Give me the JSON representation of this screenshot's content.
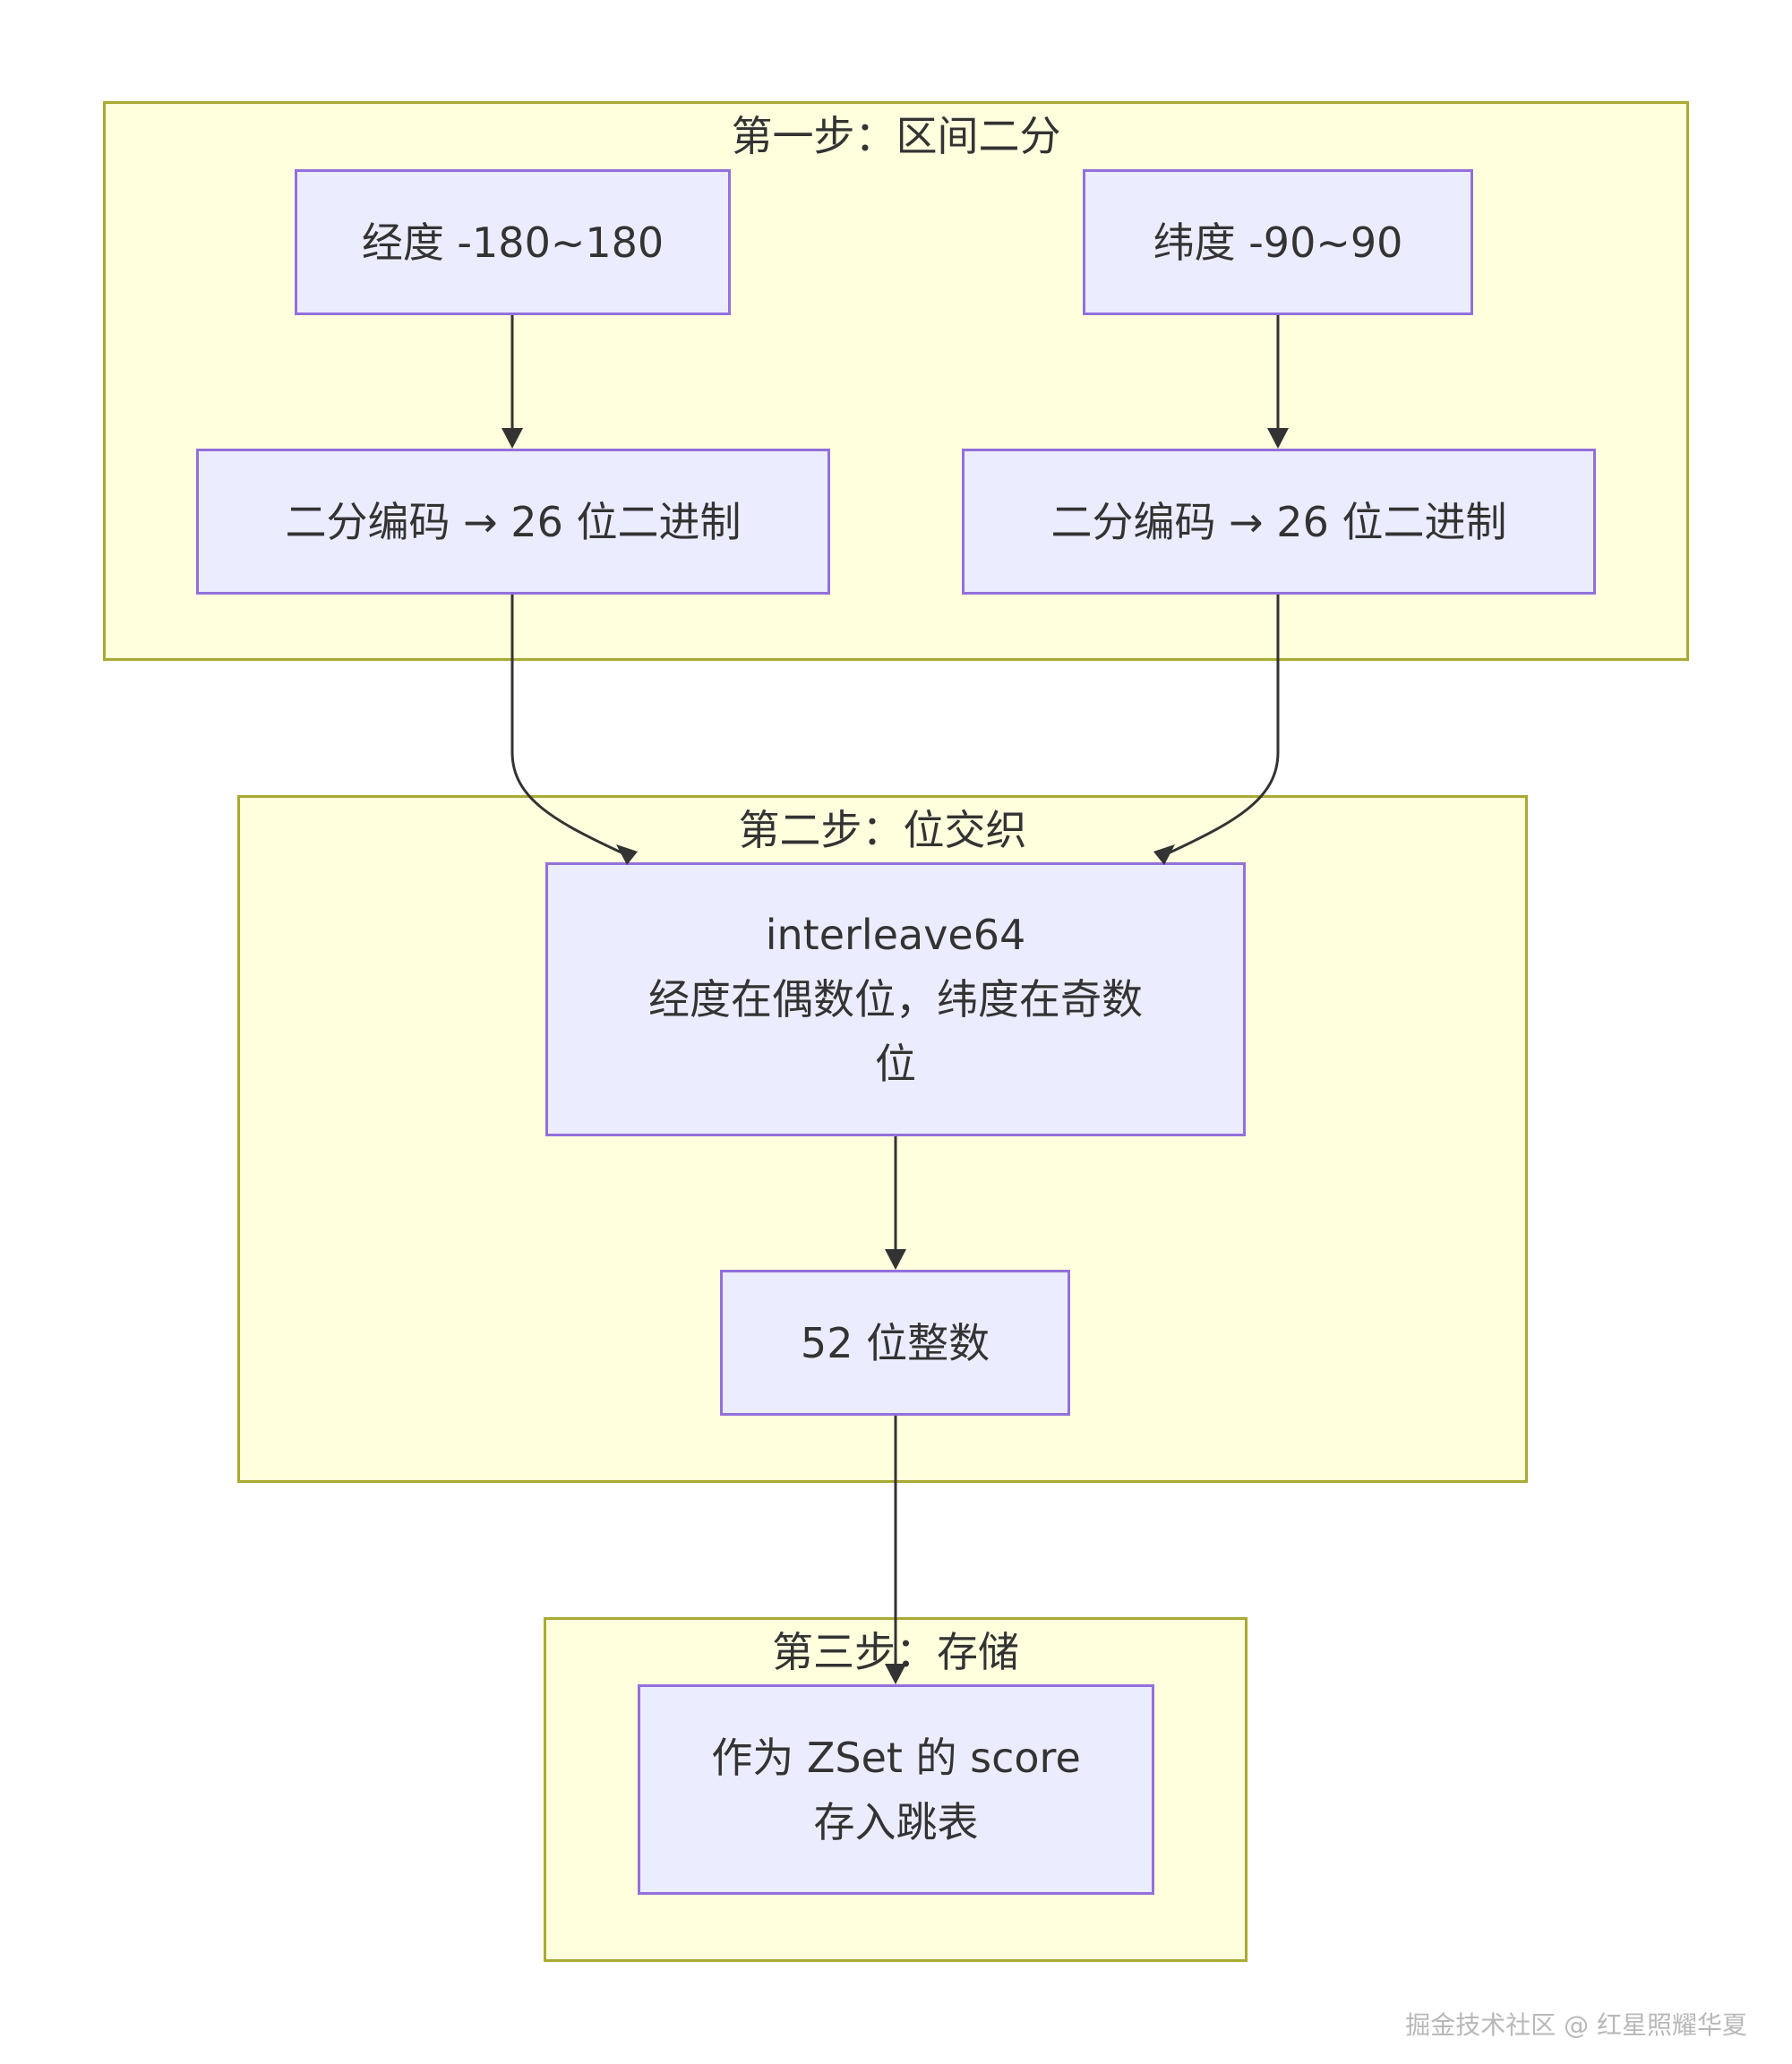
{
  "clusters": {
    "step1": {
      "title": "第一步：区间二分"
    },
    "step2": {
      "title": "第二步：位交织"
    },
    "step3": {
      "title": "第三步：存储"
    }
  },
  "nodes": {
    "longitude": "经度 -180~180",
    "latitude": "纬度 -90~90",
    "encode_left": "二分编码 → 26 位二进制",
    "encode_right": "二分编码 → 26 位二进制",
    "interleave": "interleave64\n经度在偶数位，纬度在奇数\n位",
    "int52": "52 位整数",
    "store": "作为 ZSet 的 score\n存入跳表"
  },
  "edges": [
    {
      "from": "longitude",
      "to": "encode_left"
    },
    {
      "from": "latitude",
      "to": "encode_right"
    },
    {
      "from": "encode_left",
      "to": "interleave"
    },
    {
      "from": "encode_right",
      "to": "interleave"
    },
    {
      "from": "interleave",
      "to": "int52"
    },
    {
      "from": "int52",
      "to": "store"
    }
  ],
  "watermark": "掘金技术社区 @ 红星照耀华夏",
  "colors": {
    "cluster_fill": "#ffffde",
    "cluster_border": "#aaaa33",
    "node_fill": "#ececff",
    "node_border": "#9370db",
    "edge": "#333333",
    "text": "#333333"
  }
}
